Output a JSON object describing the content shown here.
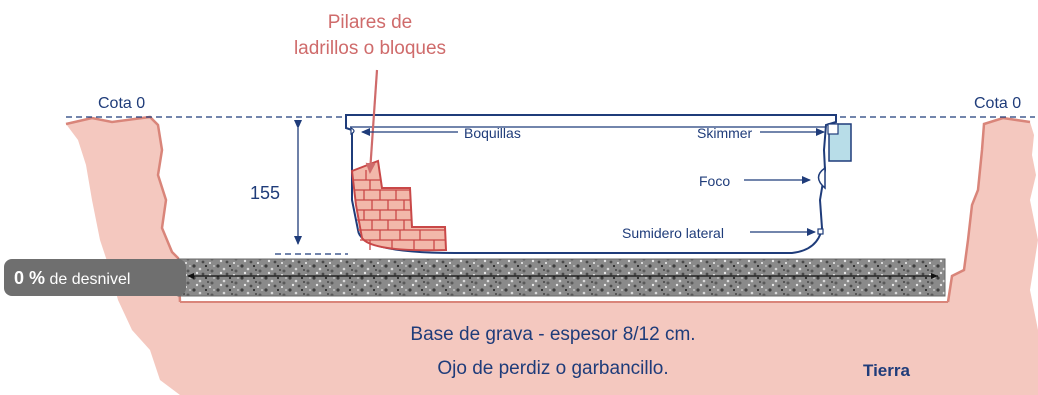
{
  "colors": {
    "earth": "#f4c8bf",
    "earth_edge": "#d9857a",
    "pool_line": "#1f3c7a",
    "skimmer_fill": "#b8dde8",
    "brick_fill": "#f2b8aa",
    "brick_line": "#c94848",
    "label_navy": "#1f3c7a",
    "label_salmon": "#cf6b6b",
    "badge_bg": "#6f6f6f"
  },
  "labels": {
    "pillars_line1": "Pilares de",
    "pillars_line2": "ladrillos o bloques",
    "cota_left": "Cota 0",
    "cota_right": "Cota 0",
    "depth": "155",
    "boquillas": "Boquillas",
    "skimmer": "Skimmer",
    "foco": "Foco",
    "sumidero": "Sumidero lateral",
    "slope_value": "0 %",
    "slope_text": " de desnivel",
    "base_line1": "Base de grava - espesor 8/12 cm.",
    "base_line2": "Ojo de perdiz o garbancillo.",
    "soil": "Tierra"
  }
}
